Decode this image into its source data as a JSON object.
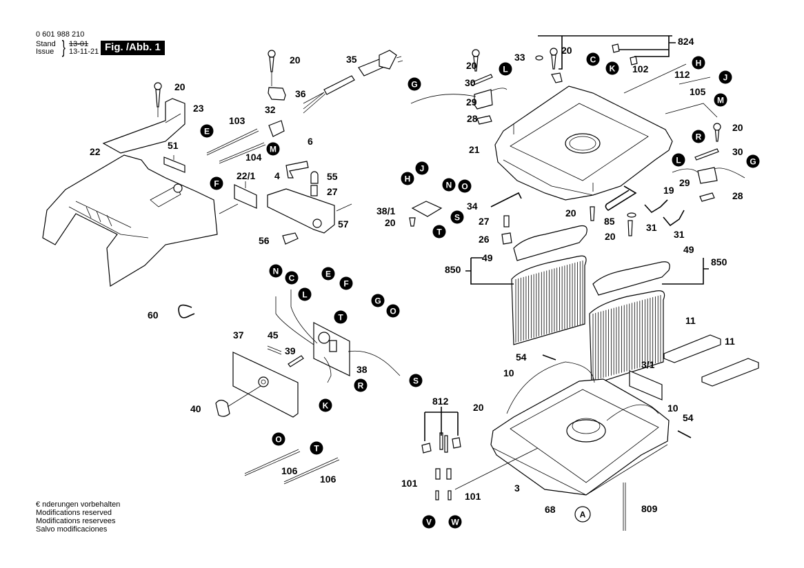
{
  "header": {
    "part_number": "0 601 988 210",
    "stand_label": "Stand",
    "issue_label": "Issue",
    "stand_date": "13-01",
    "issue_date": "13-11-21",
    "figure_label": "Fig. /Abb. 1"
  },
  "footer": {
    "lines": [
      "€ nderungen vorbehalten",
      "Modifications reserved",
      "Modifications reservees",
      "Salvo modificaciones"
    ]
  },
  "callouts": {
    "c20a": "20",
    "c20b": "20",
    "c35": "35",
    "c36": "36",
    "c23": "23",
    "c32": "32",
    "c103": "103",
    "c104": "104",
    "c6": "6",
    "c51": "51",
    "c22": "22",
    "c22_1": "22/1",
    "c4": "4",
    "c55": "55",
    "c27a": "27",
    "c57": "57",
    "c56": "56",
    "c60": "60",
    "c37": "37",
    "c45": "45",
    "c39": "39",
    "c40": "40",
    "c38": "38",
    "c106a": "106",
    "c106b": "106",
    "c33": "33",
    "c20c": "20",
    "c20d": "20",
    "c30a": "30",
    "c29a": "29",
    "c28a": "28",
    "c21": "21",
    "c824": "824",
    "c102": "102",
    "c112": "112",
    "c105": "105",
    "c20e": "20",
    "c30b": "30",
    "c29b": "29",
    "c28b": "28",
    "c19": "19",
    "c85": "85",
    "c31a": "31",
    "c31b": "31",
    "c20f": "20",
    "c20g": "20",
    "c38_1": "38/1",
    "c20h": "20",
    "c34": "34",
    "c27b": "27",
    "c26": "26",
    "c49a": "49",
    "c49b": "49",
    "c850a": "850",
    "c850b": "850",
    "c11a": "11",
    "c11b": "11",
    "c54a": "54",
    "c54b": "54",
    "c3_1": "3/1",
    "c10a": "10",
    "c10b": "10",
    "c20i": "20",
    "c812": "812",
    "c101a": "101",
    "c101b": "101",
    "c3": "3",
    "c68": "68",
    "c809": "809"
  },
  "markers": {
    "E1": "E",
    "F1": "F",
    "M1": "M",
    "G1": "G",
    "L1": "L",
    "C1": "C",
    "K1": "K",
    "H1": "H",
    "J1": "J",
    "M2": "M",
    "R1": "R",
    "L2": "L",
    "G2": "G",
    "H2": "H",
    "J2": "J",
    "N1": "N",
    "O1": "O",
    "S1": "S",
    "T1": "T",
    "N2": "N",
    "C2": "C",
    "L3": "L",
    "E2": "E",
    "F2": "F",
    "G3": "G",
    "O2": "O",
    "T2": "T",
    "S2": "S",
    "R2": "R",
    "K2": "K",
    "O3": "O",
    "T3": "T",
    "V1": "V",
    "W1": "W",
    "A1": "A"
  }
}
